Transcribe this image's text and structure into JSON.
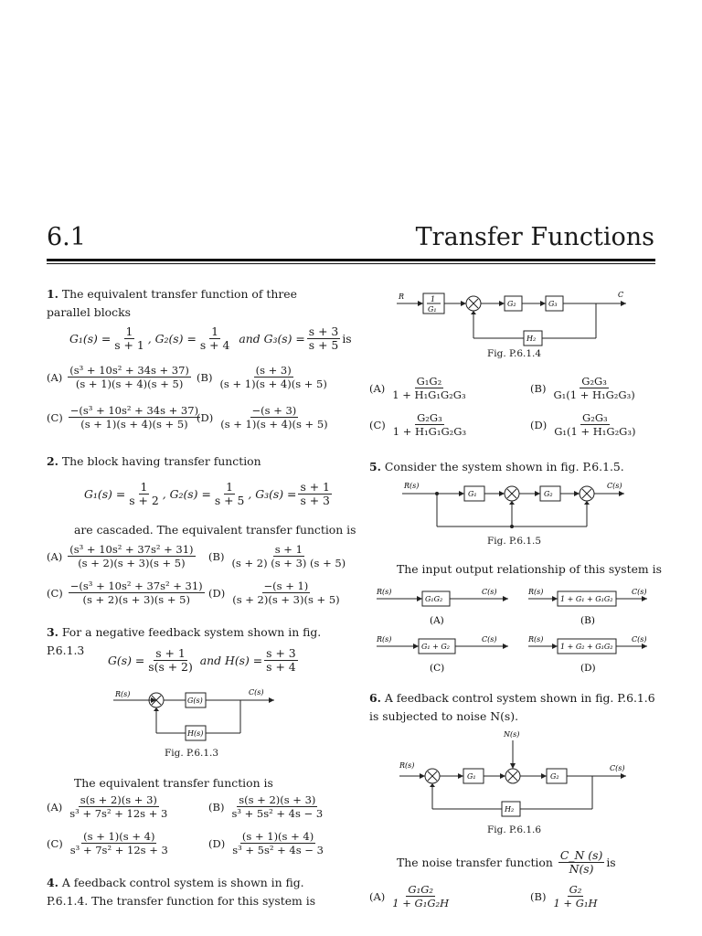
{
  "header": {
    "number": "6.1",
    "title": "Transfer Functions"
  },
  "q1": {
    "num": "1.",
    "text": "The equivalent transfer function of three parallel blocks",
    "given": {
      "g1": "G₁(s) =",
      "g1n": "1",
      "g1d": "s + 1",
      "g2": ", G₂(s) =",
      "g2n": "1",
      "g2d": "s + 4",
      "and": "and G₃(s) =",
      "g3n": "s + 3",
      "g3d": "s + 5",
      "is": "is"
    },
    "options": [
      {
        "label": "(A)",
        "num": "(s³ + 10s² + 34s + 37)",
        "den": "(s + 1)(s + 4)(s + 5)"
      },
      {
        "label": "(B)",
        "num": "(s + 3)",
        "den": "(s + 1)(s + 4)(s + 5)"
      },
      {
        "label": "(C)",
        "num": "−(s³ + 10s² + 34s + 37)",
        "den": "(s + 1)(s + 4)(s + 5)"
      },
      {
        "label": "(D)",
        "num": "−(s + 3)",
        "den": "(s + 1)(s + 4)(s + 5)"
      }
    ]
  },
  "q2": {
    "num": "2.",
    "text": "The block having transfer function",
    "given": {
      "g1": "G₁(s) =",
      "g1n": "1",
      "g1d": "s + 2",
      "g2": ", G₂(s) =",
      "g2n": "1",
      "g2d": "s + 5",
      "g3": ", G₃(s) =",
      "g3n": "s + 1",
      "g3d": "s + 3"
    },
    "text2": "are cascaded. The equivalent transfer function is",
    "options": [
      {
        "label": "(A)",
        "num": "(s³ + 10s² + 37s² + 31)",
        "den": "(s + 2)(s + 3)(s + 5)"
      },
      {
        "label": "(B)",
        "num": "s + 1",
        "den": "(s + 2) (s + 3) (s + 5)"
      },
      {
        "label": "(C)",
        "num": "−(s³ + 10s² + 37s² + 31)",
        "den": "(s + 2)(s + 3)(s + 5)"
      },
      {
        "label": "(D)",
        "num": "−(s + 1)",
        "den": "(s + 2)(s + 3)(s + 5)"
      }
    ]
  },
  "q3": {
    "num": "3.",
    "text": "For a negative feedback system shown in fig. P.6.1.3",
    "given": {
      "g": "G(s) =",
      "gn": "s + 1",
      "gd": "s(s + 2)",
      "and": "and H(s) =",
      "hn": "s + 3",
      "hd": "s + 4"
    },
    "diagram": {
      "r": "R(s)",
      "c": "C(s)",
      "g": "G(s)",
      "h": "H(s)"
    },
    "fig": "Fig. P.6.1.3",
    "text2": "The equivalent transfer function is",
    "options": [
      {
        "label": "(A)",
        "num": "s(s + 2)(s + 3)",
        "den": "s³ + 7s² + 12s + 3"
      },
      {
        "label": "(B)",
        "num": "s(s + 2)(s + 3)",
        "den": "s³ + 5s² + 4s − 3"
      },
      {
        "label": "(C)",
        "num": "(s + 1)(s + 4)",
        "den": "s³ + 7s² + 12s + 3"
      },
      {
        "label": "(D)",
        "num": "(s + 1)(s + 4)",
        "den": "s³ + 5s² + 4s − 3"
      }
    ]
  },
  "q4": {
    "num": "4.",
    "text": "A feedback control system is shown in fig. P.6.1.4. The transfer function for this system is",
    "diagram": {
      "r": "R",
      "c": "C",
      "b1n": "1",
      "b1d": "G₁",
      "g2": "G₂",
      "g3": "G₃",
      "h2": "H₂"
    },
    "fig": "Fig. P.6.1.4",
    "options": [
      {
        "label": "(A)",
        "num": "G₁G₂",
        "den": "1 + H₁G₁G₂G₃"
      },
      {
        "label": "(B)",
        "num": "G₂G₃",
        "den": "G₁(1 + H₁G₂G₃)"
      },
      {
        "label": "(C)",
        "num": "G₂G₃",
        "den": "1 + H₁G₁G₂G₃"
      },
      {
        "label": "(D)",
        "num": "G₂G₃",
        "den": "G₁(1 + H₁G₂G₃)"
      }
    ]
  },
  "q5": {
    "num": "5.",
    "text": "Consider the system shown in fig. P.6.1.5.",
    "diagram": {
      "r": "R(s)",
      "c": "C(s)",
      "g1": "G₁",
      "g2": "G₂"
    },
    "fig": "Fig. P.6.1.5",
    "text2": "The input output relationship of this system is",
    "options": [
      {
        "label": "(A)",
        "r": "R(s)",
        "c": "C(s)",
        "box": "G₁G₂"
      },
      {
        "label": "(B)",
        "r": "R(s)",
        "c": "C(s)",
        "box": "1 + G₁ + G₁G₂"
      },
      {
        "label": "(C)",
        "r": "R(s)",
        "c": "C(s)",
        "box": "G₁ + G₂"
      },
      {
        "label": "(D)",
        "r": "R(s)",
        "c": "C(s)",
        "box": "1 + G₂ + G₁G₂"
      }
    ]
  },
  "q6": {
    "num": "6.",
    "text": "A feedback control system shown in fig. P.6.1.6 is subjected to noise N(s).",
    "diagram": {
      "n": "N(s)",
      "r": "R(s)",
      "c": "C(s)",
      "g1": "G₁",
      "g2": "G₂",
      "h2": "H₂"
    },
    "fig": "Fig. P.6.1.6",
    "text2": "The noise transfer function",
    "tfn": "C_N (s)",
    "tfd": "N(s)",
    "is": "is",
    "options": [
      {
        "label": "(A)",
        "num": "G₁G₂",
        "den": "1 + G₁G₂H"
      },
      {
        "label": "(B)",
        "num": "G₂",
        "den": "1 + G₁H"
      }
    ]
  }
}
